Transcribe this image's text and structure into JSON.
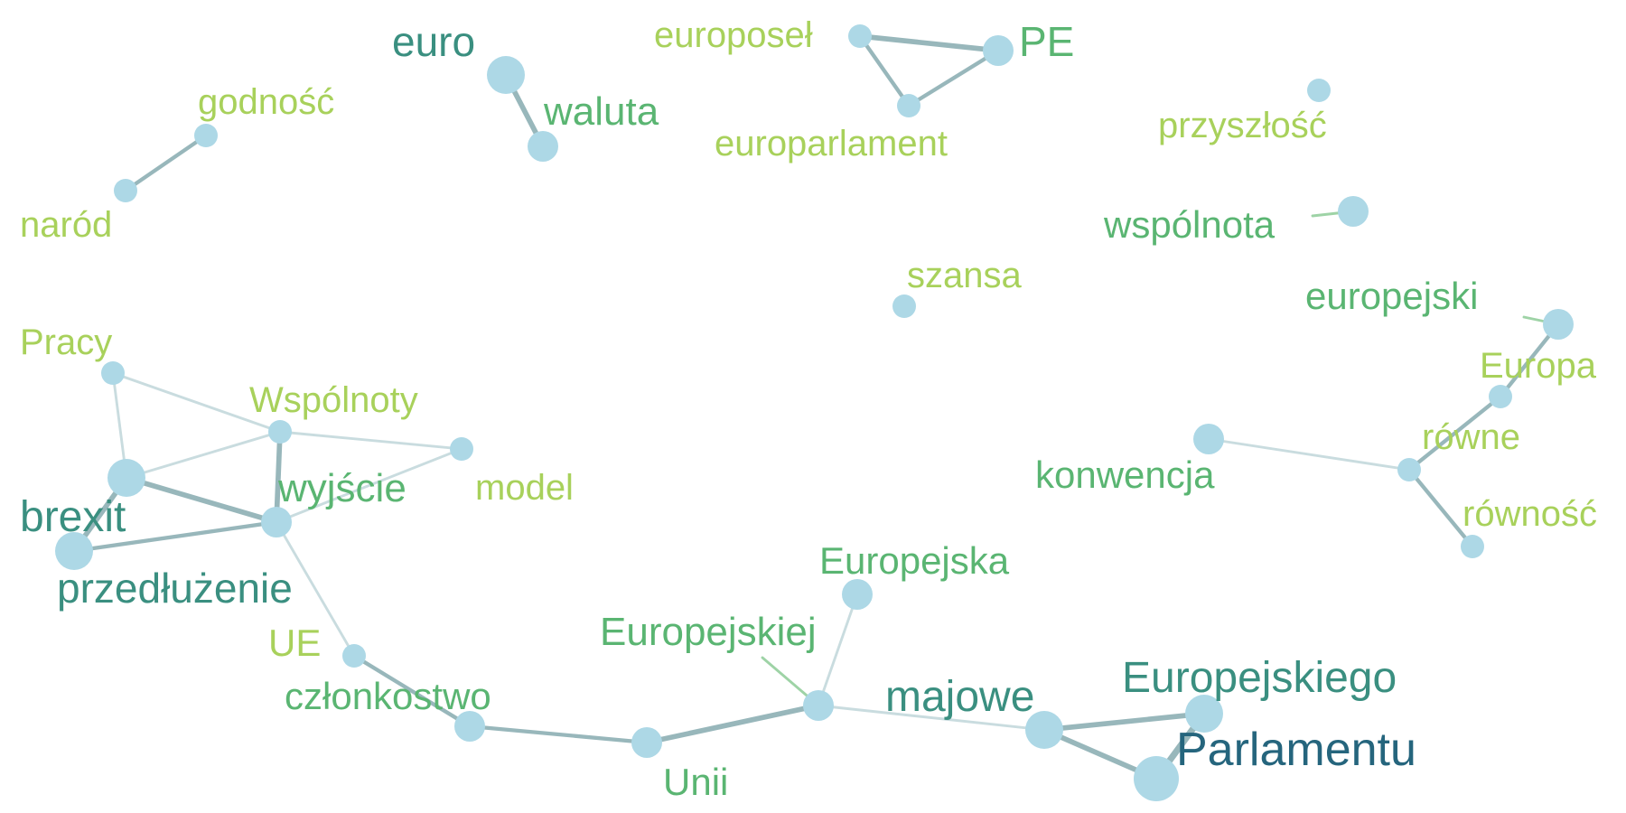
{
  "palette": {
    "node_fill": "#add8e6",
    "edge_strong": "#98b7bb",
    "edge_light": "#c9dcdf",
    "edge_green": "#9ed3a6",
    "text_light": "#a8d15b",
    "text_green": "#5ab572",
    "text_teal": "#3a8f80",
    "text_dark": "#25657d"
  },
  "chart_data": {
    "type": "network",
    "nodes": [
      {
        "id": "euro",
        "label": "euro",
        "weight": 3
      },
      {
        "id": "waluta",
        "label": "waluta",
        "weight": 2
      },
      {
        "id": "europosel",
        "label": "europoseł",
        "weight": 1
      },
      {
        "id": "PE",
        "label": "PE",
        "weight": 2
      },
      {
        "id": "europarlament",
        "label": "europarlament",
        "weight": 1
      },
      {
        "id": "godnosc",
        "label": "godność",
        "weight": 1
      },
      {
        "id": "narod",
        "label": "naród",
        "weight": 1
      },
      {
        "id": "przyszlosc",
        "label": "przyszłość",
        "weight": 1
      },
      {
        "id": "wspolnota",
        "label": "wspólnota",
        "weight": 2
      },
      {
        "id": "szansa",
        "label": "szansa",
        "weight": 1
      },
      {
        "id": "europejski",
        "label": "europejski",
        "weight": 2
      },
      {
        "id": "Europa",
        "label": "Europa",
        "weight": 1
      },
      {
        "id": "rowne",
        "label": "równe",
        "weight": 1
      },
      {
        "id": "konwencja",
        "label": "konwencja",
        "weight": 2
      },
      {
        "id": "rownosc",
        "label": "równość",
        "weight": 1
      },
      {
        "id": "Pracy",
        "label": "Pracy",
        "weight": 1
      },
      {
        "id": "Wspolnoty",
        "label": "Wspólnoty",
        "weight": 1
      },
      {
        "id": "model",
        "label": "model",
        "weight": 1
      },
      {
        "id": "wyjscie",
        "label": "wyjście",
        "weight": 2
      },
      {
        "id": "brexit",
        "label": "brexit",
        "weight": 3
      },
      {
        "id": "przedluzenie",
        "label": "przedłużenie",
        "weight": 3
      },
      {
        "id": "UE",
        "label": "UE",
        "weight": 1
      },
      {
        "id": "czlonkostwo",
        "label": "członkostwo",
        "weight": 2
      },
      {
        "id": "Unii",
        "label": "Unii",
        "weight": 2
      },
      {
        "id": "Europejska",
        "label": "Europejska",
        "weight": 2
      },
      {
        "id": "Europejskiej",
        "label": "Europejskiej",
        "weight": 2
      },
      {
        "id": "majowe",
        "label": "majowe",
        "weight": 3
      },
      {
        "id": "Europejskiego",
        "label": "Europejskiego",
        "weight": 3
      },
      {
        "id": "Parlamentu",
        "label": "Parlamentu",
        "weight": 4
      }
    ],
    "edges": [
      {
        "source": "euro",
        "target": "waluta",
        "weight": 3
      },
      {
        "source": "europosel",
        "target": "PE",
        "weight": 3
      },
      {
        "source": "europosel",
        "target": "europarlament",
        "weight": 2
      },
      {
        "source": "PE",
        "target": "europarlament",
        "weight": 2
      },
      {
        "source": "godnosc",
        "target": "narod",
        "weight": 2
      },
      {
        "source": "wspolnota",
        "target": "wspolnota",
        "weight": 1
      },
      {
        "source": "europejski",
        "target": "europejski",
        "weight": 1
      },
      {
        "source": "europejski",
        "target": "Europa",
        "weight": 2
      },
      {
        "source": "Europa",
        "target": "rowne",
        "weight": 2
      },
      {
        "source": "rowne",
        "target": "konwencja",
        "weight": 1
      },
      {
        "source": "rowne",
        "target": "rownosc",
        "weight": 2
      },
      {
        "source": "Pracy",
        "target": "brexit",
        "weight": 1
      },
      {
        "source": "Pracy",
        "target": "Wspolnoty",
        "weight": 1
      },
      {
        "source": "Wspolnoty",
        "target": "brexit",
        "weight": 1
      },
      {
        "source": "Wspolnoty",
        "target": "model",
        "weight": 1
      },
      {
        "source": "Wspolnoty",
        "target": "wyjscie",
        "weight": 3
      },
      {
        "source": "brexit",
        "target": "wyjscie",
        "weight": 3
      },
      {
        "source": "brexit",
        "target": "przedluzenie",
        "weight": 3
      },
      {
        "source": "przedluzenie",
        "target": "wyjscie",
        "weight": 2
      },
      {
        "source": "model",
        "target": "wyjscie",
        "weight": 1
      },
      {
        "source": "wyjscie",
        "target": "UE",
        "weight": 1
      },
      {
        "source": "UE",
        "target": "czlonkostwo",
        "weight": 2
      },
      {
        "source": "czlonkostwo",
        "target": "Unii",
        "weight": 2
      },
      {
        "source": "Unii",
        "target": "Europejskiej",
        "weight": 3
      },
      {
        "source": "Europejskiej",
        "target": "Europejska",
        "weight": 1
      },
      {
        "source": "Europejskiej",
        "target": "Europejskiej",
        "weight": 1
      },
      {
        "source": "Europejskiej",
        "target": "majowe",
        "weight": 1
      },
      {
        "source": "majowe",
        "target": "Europejskiego",
        "weight": 3
      },
      {
        "source": "majowe",
        "target": "Parlamentu",
        "weight": 3
      },
      {
        "source": "Europejskiego",
        "target": "Parlamentu",
        "weight": 4
      }
    ]
  }
}
